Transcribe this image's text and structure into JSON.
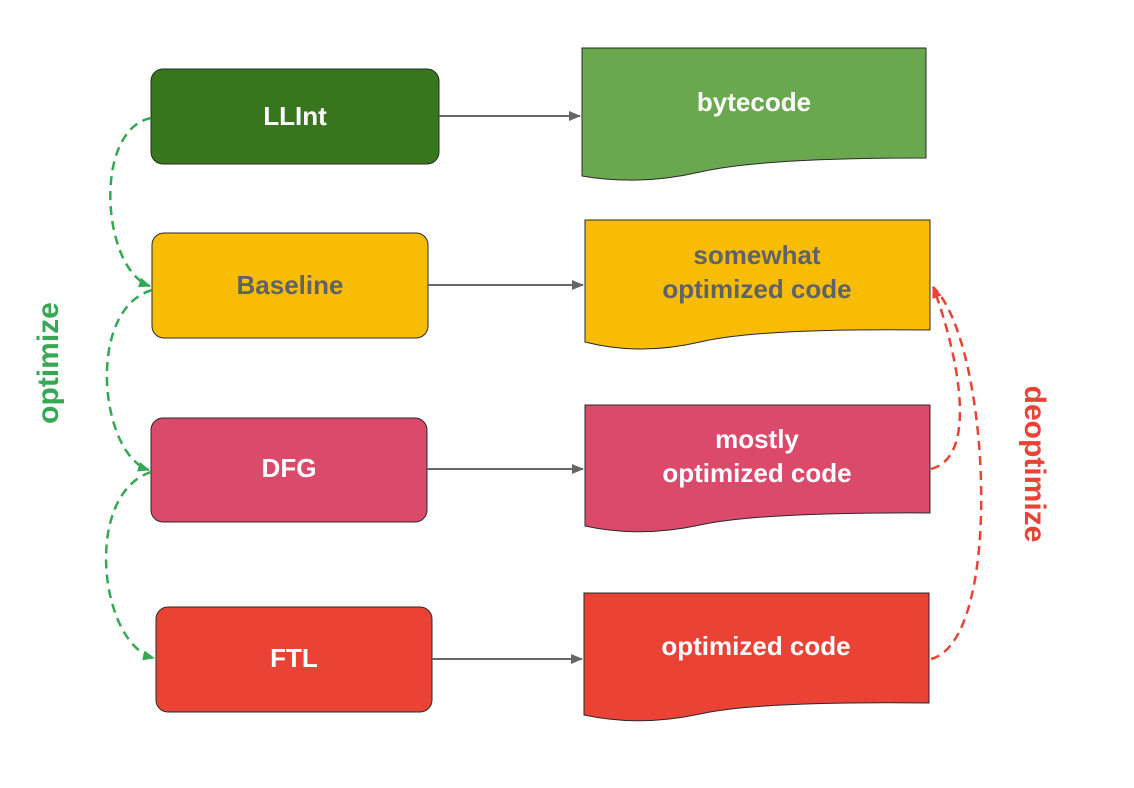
{
  "colors": {
    "llint": "#38761d",
    "bytecode": "#6aa84f",
    "baseline": "#f9bc04",
    "dfg": "#db4a6b",
    "ftl": "#ea4335",
    "arrow": "#666666",
    "optimize": "#34a853",
    "deoptimize": "#ea4335",
    "light_text": "#ffffff",
    "dark_text": "#5f6368"
  },
  "tiers": [
    {
      "name": "LLInt",
      "output_lines": [
        "bytecode"
      ]
    },
    {
      "name": "Baseline",
      "output_lines": [
        "somewhat",
        "optimized code"
      ]
    },
    {
      "name": "DFG",
      "output_lines": [
        "mostly",
        "optimized code"
      ]
    },
    {
      "name": "FTL",
      "output_lines": [
        "optimized code"
      ]
    }
  ],
  "labels": {
    "optimize": "optimize",
    "deoptimize": "deoptimize"
  }
}
